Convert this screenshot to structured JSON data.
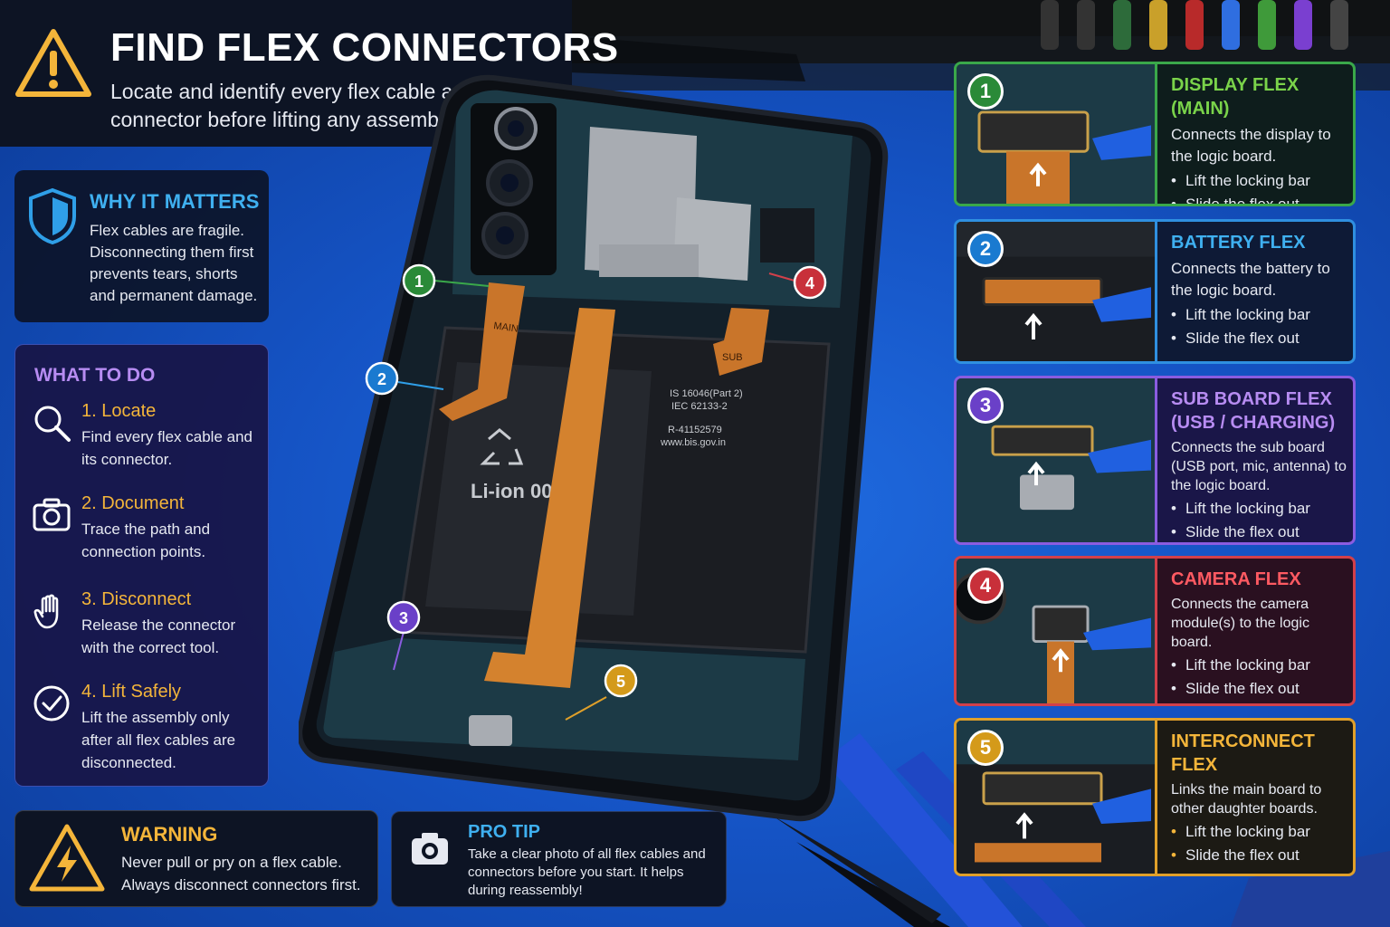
{
  "header": {
    "title": "FIND FLEX CONNECTORS",
    "subtitle": "Locate and identify every flex cable and connector before lifting any assembly."
  },
  "why": {
    "title": "WHY IT MATTERS",
    "text": "Flex cables are fragile. Disconnecting them first prevents tears, shorts and permanent damage."
  },
  "todo": {
    "title": "WHAT TO DO",
    "steps": [
      {
        "title": "1. Locate",
        "text": "Find every flex cable and its connector.",
        "icon": "magnifier-icon"
      },
      {
        "title": "2. Document",
        "text": "Trace the path and connection points.",
        "icon": "camera-icon"
      },
      {
        "title": "3. Disconnect",
        "text": "Release the connector with the correct tool.",
        "icon": "hand-icon"
      },
      {
        "title": "4. Lift Safely",
        "text": "Lift the assembly only after all flex cables are disconnected.",
        "icon": "checkmark-circle-icon"
      }
    ]
  },
  "warning": {
    "title": "WARNING",
    "text": "Never pull or pry on a flex cable. Always disconnect connectors first."
  },
  "protip": {
    "title": "PRO TIP",
    "text": "Take a clear photo of all flex cables and connectors before you start. It helps during reassembly!"
  },
  "phone": {
    "battery_text": "Li-ion 00",
    "battery_cert_1": "IS 16046(Part 2)",
    "battery_cert_2": "IEC 62133-2",
    "battery_cert_3": "R-41152579",
    "battery_cert_4": "www.bis.gov.in",
    "flex_main_label": "MAIN",
    "flex_sub_label": "SUB",
    "markers": [
      "1",
      "2",
      "3",
      "4",
      "5"
    ]
  },
  "connectors": [
    {
      "num": "1",
      "title": "DISPLAY FLEX (MAIN)",
      "desc": "Connects the display to the logic board.",
      "bullets": [
        "Lift the locking bar",
        "Slide the flex out"
      ],
      "color": "#3aa84a"
    },
    {
      "num": "2",
      "title": "BATTERY FLEX",
      "desc": "Connects the battery to the logic board.",
      "bullets": [
        "Lift the locking bar",
        "Slide the flex out"
      ],
      "color": "#2f8fe0"
    },
    {
      "num": "3",
      "title": "SUB BOARD FLEX (USB / CHARGING)",
      "desc": "Connects the sub board (USB port, mic, antenna) to the logic board.",
      "bullets": [
        "Lift the locking bar",
        "Slide the flex out"
      ],
      "color": "#8a5ce0"
    },
    {
      "num": "4",
      "title": "CAMERA FLEX",
      "desc": "Connects the camera module(s) to the logic board.",
      "bullets": [
        "Lift the locking bar",
        "Slide the flex out"
      ],
      "color": "#d2404a"
    },
    {
      "num": "5",
      "title": "INTERCONNECT FLEX",
      "desc": "Links the main board to other daughter boards.",
      "bullets": [
        "Lift the locking bar",
        "Slide the flex out"
      ],
      "color": "#e0a02a"
    }
  ]
}
